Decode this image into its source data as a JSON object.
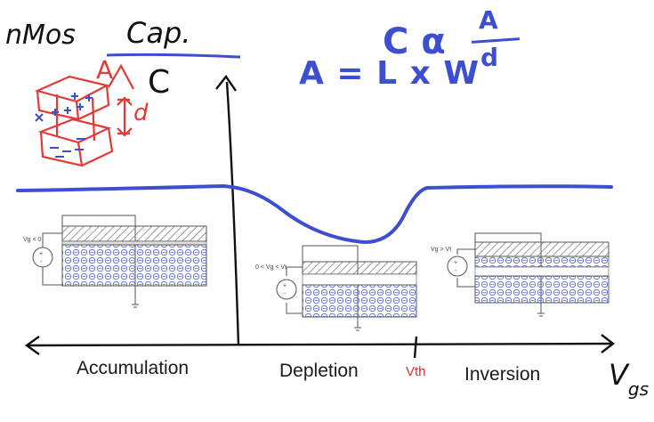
{
  "title": {
    "main": "nMos",
    "second": "Cap."
  },
  "formula": {
    "proportional": "C α",
    "fraction_num": "A",
    "fraction_den": "d",
    "area": "A = L x W"
  },
  "axis": {
    "y_label": "C",
    "x_label_main": "V",
    "x_label_sub": "gs"
  },
  "sketch": {
    "area_label": "A",
    "distance_label": "d"
  },
  "regions": {
    "accumulation": "Accumulation",
    "depletion": "Depletion",
    "vth": "Vth",
    "inversion": "Inversion"
  },
  "diagrams": {
    "accumulation_bias": "Vg < 0",
    "depletion_bias": "0 < Vg < Vt",
    "inversion_bias": "Vg > Vt"
  },
  "colors": {
    "ink_blue": "#3d4fd1",
    "ink_red": "#e53935",
    "ink_black": "#111111",
    "vth_red": "#d32f2f"
  }
}
